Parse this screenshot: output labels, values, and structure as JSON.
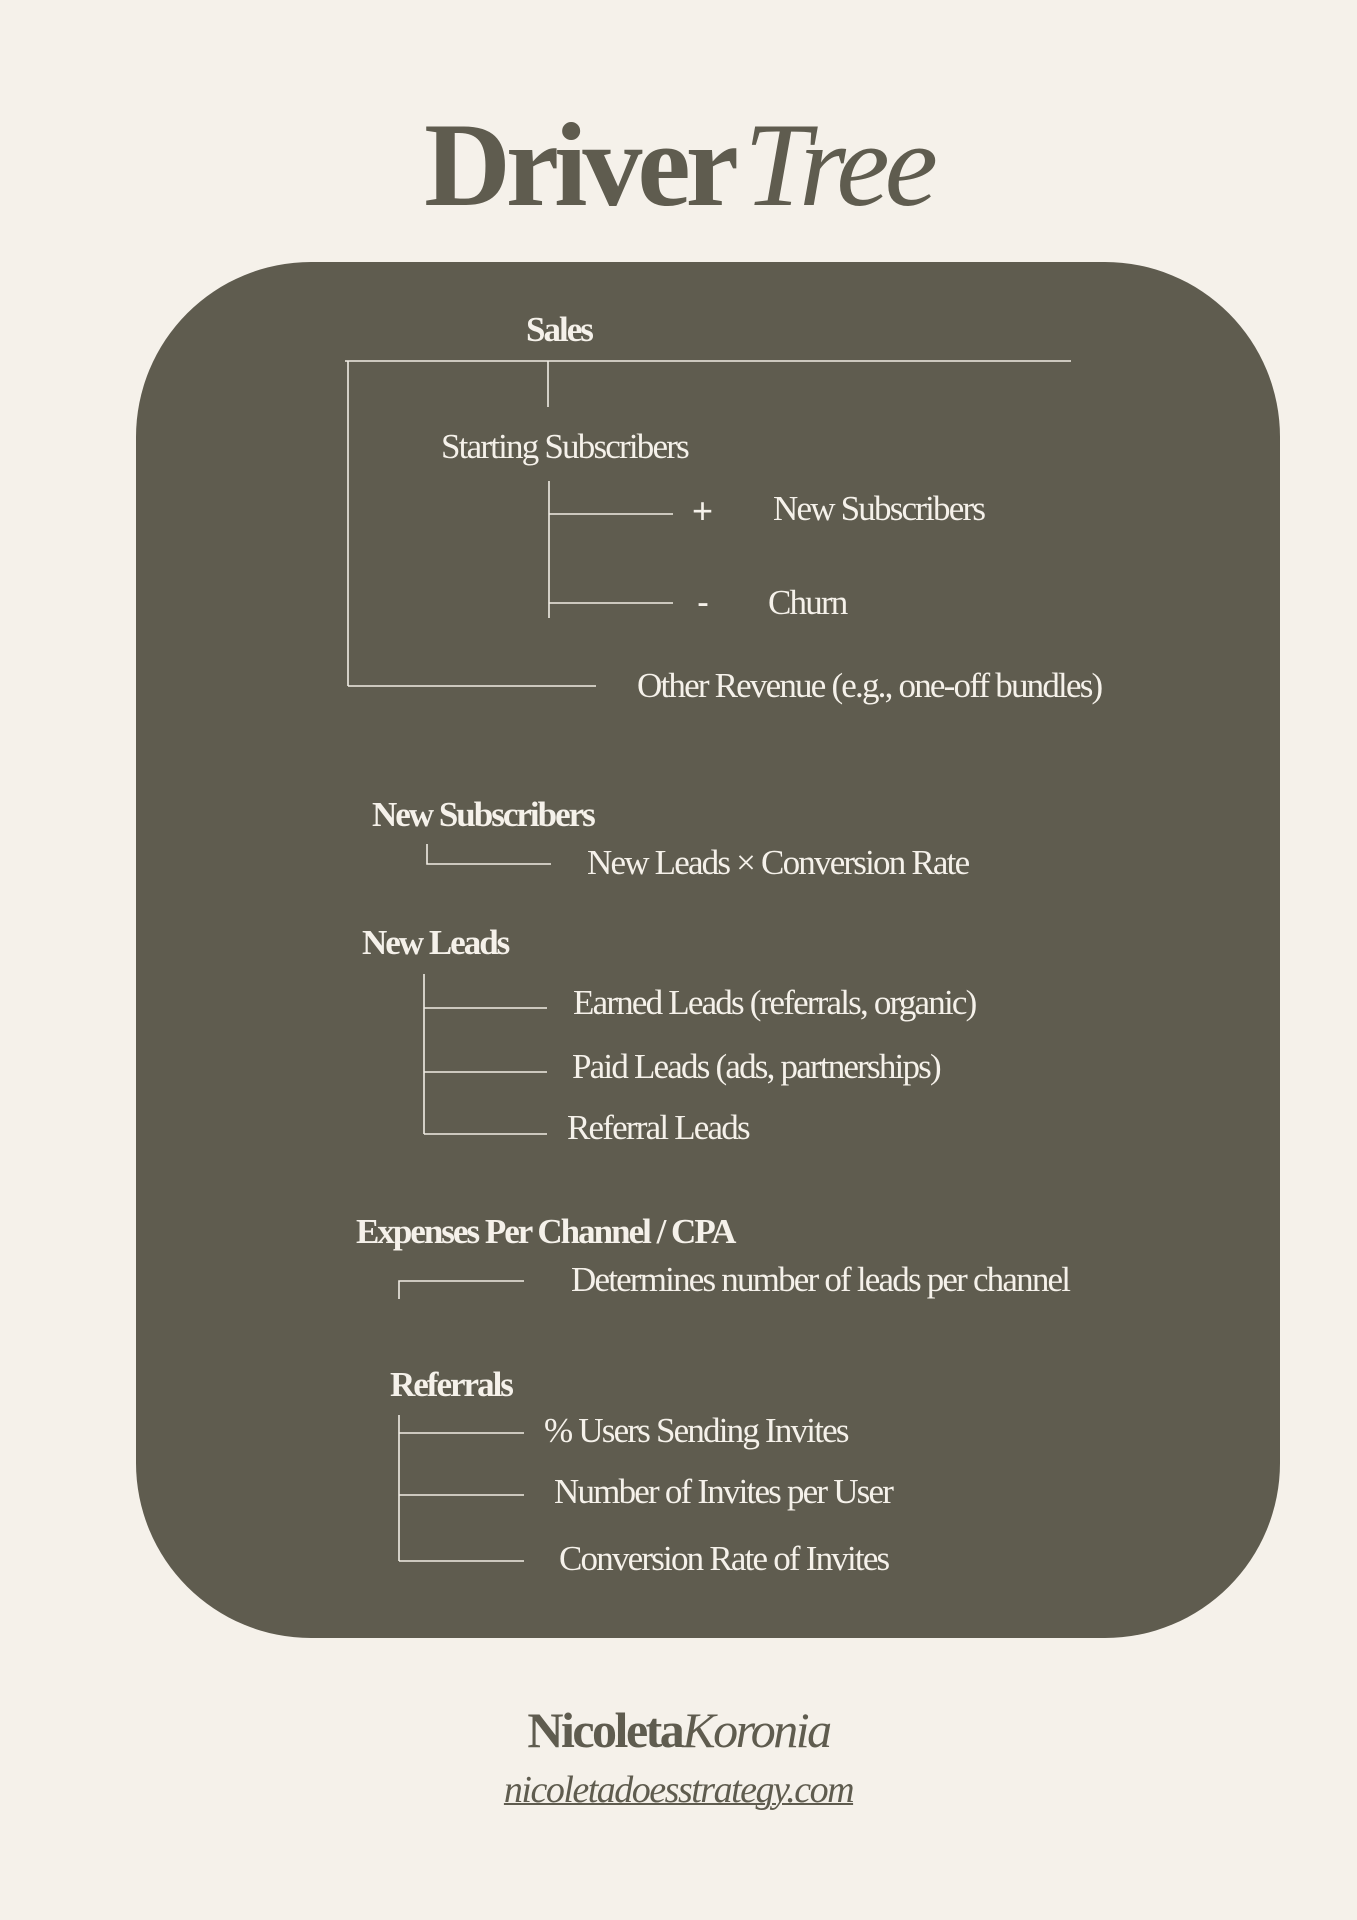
{
  "title": {
    "word1": "Driver",
    "word2": "Tree"
  },
  "tree": {
    "sales": "Sales",
    "starting_subscribers": "Starting Subscribers",
    "plus_sign": "+",
    "new_subscribers": "New Subscribers",
    "minus_sign": "-",
    "churn": "Churn",
    "other_revenue": "Other Revenue (e.g., one-off  bundles)"
  },
  "new_subscribers_block": {
    "heading": "New Subscribers",
    "formula": "New Leads × Conversion Rate"
  },
  "new_leads_block": {
    "heading": "New Leads",
    "items": [
      "Earned Leads (referrals, organic)",
      "Paid Leads (ads, partnerships)",
      "Referral Leads"
    ]
  },
  "expenses_block": {
    "heading": "Expenses Per Channel / CPA",
    "item": "Determines number of  leads per channel"
  },
  "referrals_block": {
    "heading": "Referrals",
    "items": [
      "% Users Sending Invites",
      "Number of  Invites per User",
      "Conversion Rate of  Invites"
    ]
  },
  "footer": {
    "name_first": "Nicoleta",
    "name_last": "Koronia",
    "url": "nicoletadoesstrategy.com"
  },
  "colors": {
    "background": "#f5f1ea",
    "card": "#5f5c4f",
    "text_light": "#f5f1ea",
    "text_dark": "#5f5c4f"
  }
}
